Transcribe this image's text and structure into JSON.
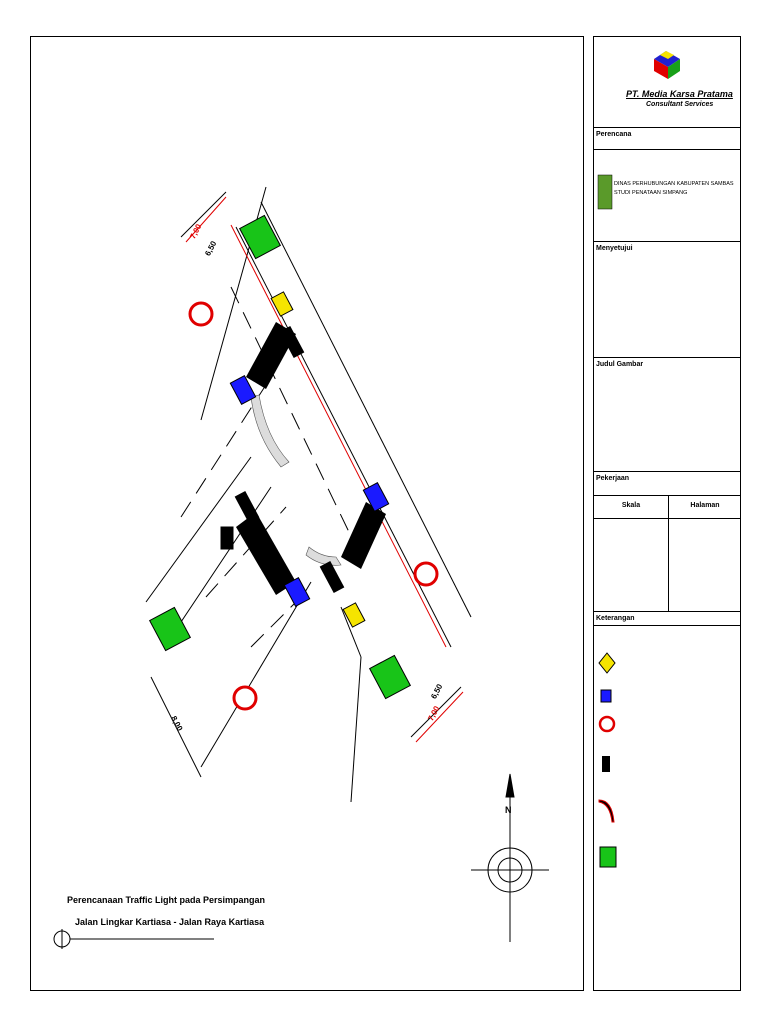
{
  "company": {
    "name": "PT. Media Karsa Pratama",
    "subtitle": "Consultant Services"
  },
  "sections": {
    "perencana": "Perencana",
    "menyetujui": "Menyetujui",
    "judul_gambar": "Judul Gambar",
    "pekerjaan": "Pekerjaan",
    "skala": "Skala",
    "halaman": "Halaman",
    "keterangan": "Keterangan"
  },
  "agency": {
    "line1": "DINAS PERHUBUNGAN KABUPATEN SAMBAS",
    "line2": "STUDI PENATAAN SIMPANG"
  },
  "caption": {
    "line1": "Perencanaan Traffic Light  pada Persimpangan",
    "line2": "Jalan Lingkar Kartiasa - Jalan Raya Kartiasa"
  },
  "dimensions": {
    "top_outer": "7,00",
    "top_inner": "6,50",
    "right_outer": "7,00",
    "right_inner": "6,50",
    "left": "8,00"
  },
  "north_label": "N",
  "colors": {
    "sign_green": "#18c418",
    "sign_blue": "#1a1aff",
    "sign_yellow": "#f5e400",
    "red": "#e00000"
  }
}
